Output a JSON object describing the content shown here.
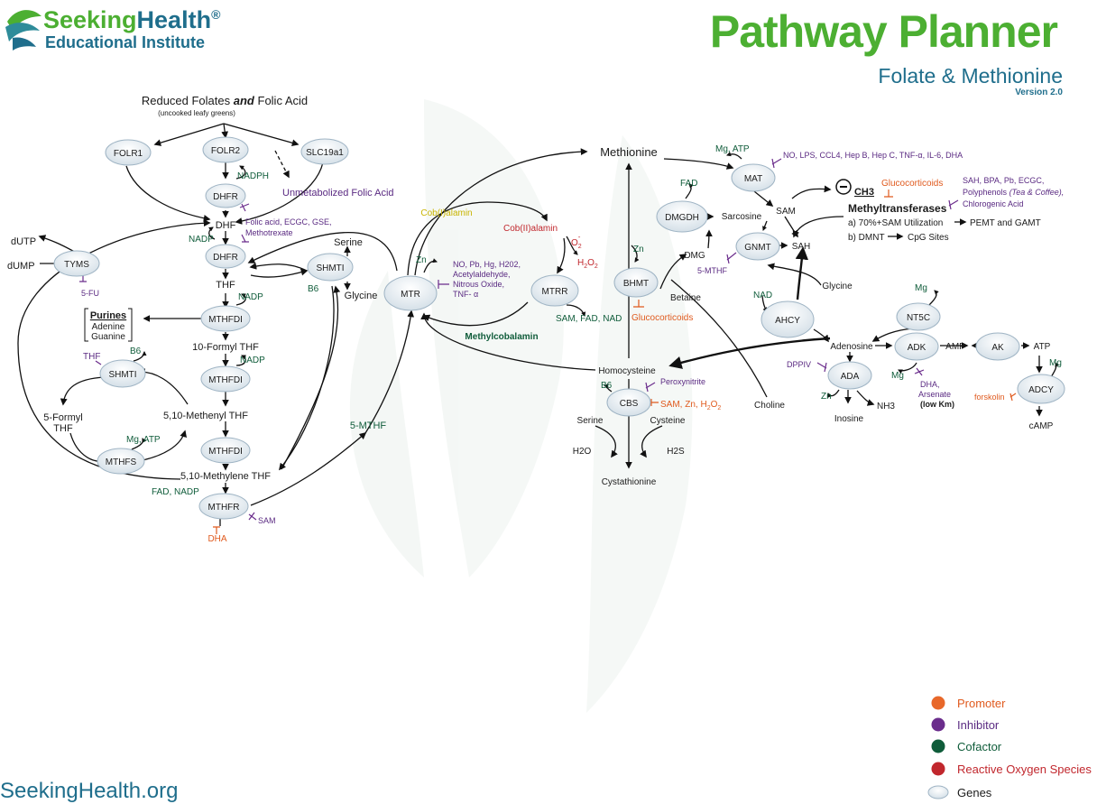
{
  "brand": {
    "name_part1": "Seeking",
    "name_part2": "Health",
    "reg": "®",
    "subtitle": "Educational Institute",
    "website": "SeekingHealth.org"
  },
  "header": {
    "title": "Pathway Planner",
    "subtitle": "Folate & Methionine",
    "version": "Version 2.0"
  },
  "colors": {
    "promoter": "#e8682a",
    "inhibitor": "#6b2d8c",
    "cofactor": "#0f5c3a",
    "ros": "#c1272d",
    "brand_green": "#4caf32",
    "title_blue": "#1f6e8c"
  },
  "legend": [
    {
      "label": "Promoter",
      "color": "#e8682a"
    },
    {
      "label": "Inhibitor",
      "color": "#6b2d8c"
    },
    {
      "label": "Cofactor",
      "color": "#0f5c3a"
    },
    {
      "label": "Reactive Oxygen Species",
      "color": "#c1272d"
    },
    {
      "label": "Genes",
      "color": "#e6edf2"
    }
  ],
  "genes": {
    "folr1": "FOLR1",
    "folr2": "FOLR2",
    "slc19a1": "SLC19a1",
    "dhfr1": "DHFR",
    "dhfr2": "DHFR",
    "tyms": "TYMS",
    "shmt1": "SHMTI",
    "shmt2": "SHMTI",
    "mthfd1": "MTHFDI",
    "mthfd2": "MTHFDI",
    "mthfd3": "MTHFDI",
    "mthfs": "MTHFS",
    "mthfr": "MTHFR",
    "mtr": "MTR",
    "mtrr": "MTRR",
    "bhmt": "BHMT",
    "cbs": "CBS",
    "dmgdh": "DMGDH",
    "mat": "MAT",
    "gnmt": "GNMT",
    "ahcy": "AHCY",
    "nt5c": "NT5C",
    "adk": "ADK",
    "ak": "AK",
    "ada": "ADA",
    "adcy": "ADCY"
  },
  "metabolites": {
    "reduced_folates": "Reduced Folates",
    "and": "and",
    "folic_acid": "Folic Acid",
    "leafy": "(uncooked leafy greens)",
    "unmetabolized": "Unmetabolized Folic Acid",
    "dhf": "DHF",
    "thf": "THF",
    "dutp": "dUTP",
    "dump": "dUMP",
    "purines": "Purines",
    "adenine": "Adenine",
    "guanine": "Guanine",
    "formyl10": "10-Formyl THF",
    "formyl5a": "5-Formyl",
    "formyl5b": "THF",
    "methenyl": "5,10-Methenyl THF",
    "methylene": "5,10-Methylene THF",
    "serine": "Serine",
    "glycine": "Glycine",
    "mthf5": "5-MTHF",
    "cob1": "Cob(I)alamin",
    "cob2": "Cob(II)alamin",
    "methylcobalamin": "Methylcobalamin",
    "methionine": "Methionine",
    "homocysteine": "Homocysteine",
    "sarcosine": "Sarcosine",
    "dmg": "DMG",
    "betaine": "Betaine",
    "choline": "Choline",
    "sam": "SAM",
    "sah": "SAH",
    "glycine2": "Glycine",
    "ch3": "CH3",
    "methyltransferases": "Methyltransferases",
    "mt_a": "a) 70%+SAM Utilization",
    "mt_a2": "PEMT and GAMT",
    "mt_b": "b) DMNT",
    "mt_b2": "CpG Sites",
    "adenosine": "Adenosine",
    "inosine": "Inosine",
    "nh3": "NH3",
    "amp": "AMP",
    "atp": "ATP",
    "camp": "cAMP",
    "serine2": "Serine",
    "cysteine": "Cysteine",
    "h2o": "H2O",
    "h2s": "H2S",
    "cystathionine": "Cystathionine"
  },
  "cofactors": {
    "nadph": "NADPH",
    "nadp1": "NADP",
    "nadp2": "NADP",
    "nadp3": "NADP",
    "b6a": "B6",
    "b6b": "B6",
    "b6c": "B6",
    "thf_s": "THF",
    "mg_atp1": "Mg, ATP",
    "fad_nadp": "FAD, NADP",
    "zn1": "Zn",
    "sam_fad_nad": "SAM, FAD, NAD",
    "zn2": "Zn",
    "mg_atp2": "Mg, ATP",
    "fad": "FAD",
    "nad": "NAD",
    "mg1": "Mg",
    "mg2": "Mg",
    "mg3": "Mg",
    "zn3": "Zn"
  },
  "inhibitors": {
    "dhfr_inh1": "Folic acid, ECGC, GSE,",
    "dhfr_inh2": "Methotrexate",
    "fu": "5-FU",
    "mtr_inh1": "NO, Pb, Hg, H202,",
    "mtr_inh2": "Acetylaldehyde,",
    "mtr_inh3": "Nitrous Oxide,",
    "mtr_inh4": "TNF- α",
    "mat_inh": "NO, LPS, CCL4, Hep B, Hep C, TNF-α, IL-6, DHA",
    "mt_inh1": "SAH, BPA, Pb, ECGC,",
    "mt_inh2": "Polyphenols",
    "mt_inh2b": "(Tea & Coffee),",
    "mt_inh3": "Chlorogenic Acid",
    "mthfr_sam": "SAM",
    "gnmt_mthf": "5-MTHF",
    "cbs_perox": "Peroxynitrite",
    "dppiv": "DPPIV",
    "dha_arsenate1": "DHA,",
    "dha_arsenate2": "Arsenate",
    "dha_arsenate3": "(low Km)"
  },
  "promoters": {
    "dha": "DHA",
    "glucocorticoids1": "Glucocorticoids",
    "glucocorticoids2": "Glucocorticoids",
    "cbs_sam": "SAM, Zn, H",
    "forskolin": "forskolin"
  },
  "ros": {
    "o2": "O",
    "h2o2": "H",
    "o2_sub": "2",
    "o2_sup": "-"
  }
}
